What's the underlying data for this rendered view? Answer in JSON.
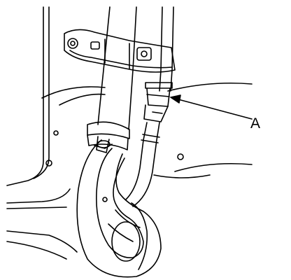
{
  "diagram": {
    "callout_label": "A",
    "line_color": "#000000",
    "background": "#ffffff",
    "parts": [
      "mounting-bracket",
      "bracket-bolt",
      "bracket-nut",
      "coolant-hose",
      "hose-clamp",
      "small-hose",
      "hose-clip-a",
      "engine-body"
    ]
  }
}
